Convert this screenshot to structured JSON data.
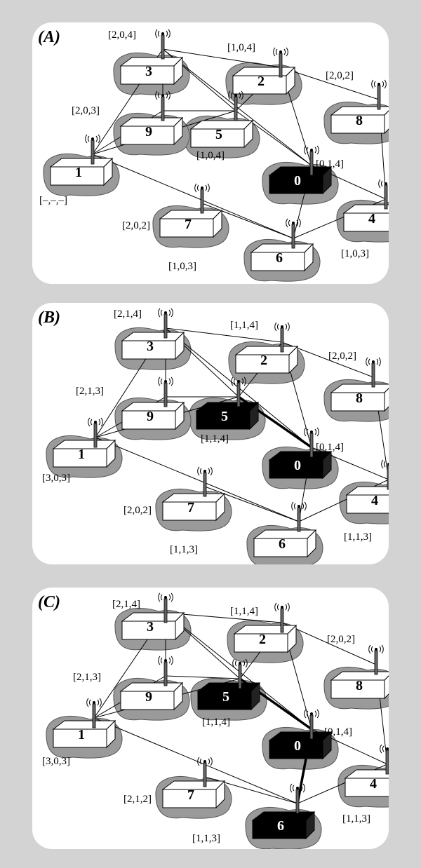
{
  "panels": [
    {
      "label": "(A)",
      "nodes": [
        {
          "id": "0",
          "coord": "[0,1,4]",
          "highlight": true
        },
        {
          "id": "1",
          "coord": "[–,–,–]",
          "highlight": false
        },
        {
          "id": "2",
          "coord": "[1,0,4]",
          "highlight": false
        },
        {
          "id": "3",
          "coord": "[2,0,4]",
          "highlight": false
        },
        {
          "id": "4",
          "coord": "[1,0,3]",
          "highlight": false
        },
        {
          "id": "5",
          "coord": "[1,0,4]",
          "highlight": false
        },
        {
          "id": "6",
          "coord": "[1,0,3]",
          "highlight": false
        },
        {
          "id": "7",
          "coord": "[2,0,2]",
          "highlight": false
        },
        {
          "id": "8",
          "coord": "[2,0,2]",
          "highlight": false
        },
        {
          "id": "9",
          "coord": "[2,0,3]",
          "highlight": false
        }
      ],
      "bold_edges": []
    },
    {
      "label": "(B)",
      "nodes": [
        {
          "id": "0",
          "coord": "[0,1,4]",
          "highlight": true
        },
        {
          "id": "1",
          "coord": "[3,0,3]",
          "highlight": false
        },
        {
          "id": "2",
          "coord": "[1,1,4]",
          "highlight": false
        },
        {
          "id": "3",
          "coord": "[2,1,4]",
          "highlight": false
        },
        {
          "id": "4",
          "coord": "[1,1,3]",
          "highlight": false
        },
        {
          "id": "5",
          "coord": "[1,1,4]",
          "highlight": true
        },
        {
          "id": "6",
          "coord": "[1,1,3]",
          "highlight": false
        },
        {
          "id": "7",
          "coord": "[2,0,2]",
          "highlight": false
        },
        {
          "id": "8",
          "coord": "[2,0,2]",
          "highlight": false
        },
        {
          "id": "9",
          "coord": "[2,1,3]",
          "highlight": false
        }
      ],
      "bold_edges": [
        [
          "5",
          "0"
        ]
      ]
    },
    {
      "label": "(C)",
      "nodes": [
        {
          "id": "0",
          "coord": "[0,1,4]",
          "highlight": true
        },
        {
          "id": "1",
          "coord": "[3,0,3]",
          "highlight": false
        },
        {
          "id": "2",
          "coord": "[1,1,4]",
          "highlight": false
        },
        {
          "id": "3",
          "coord": "[2,1,4]",
          "highlight": false
        },
        {
          "id": "4",
          "coord": "[1,1,3]",
          "highlight": false
        },
        {
          "id": "5",
          "coord": "[1,1,4]",
          "highlight": true
        },
        {
          "id": "6",
          "coord": "[1,1,3]",
          "highlight": true
        },
        {
          "id": "7",
          "coord": "[2,1,2]",
          "highlight": false
        },
        {
          "id": "8",
          "coord": "[2,0,2]",
          "highlight": false
        },
        {
          "id": "9",
          "coord": "[2,1,3]",
          "highlight": false
        }
      ],
      "bold_edges": [
        [
          "5",
          "0"
        ],
        [
          "0",
          "6"
        ]
      ]
    }
  ],
  "edges": [
    [
      "1",
      "3"
    ],
    [
      "1",
      "9"
    ],
    [
      "1",
      "5"
    ],
    [
      "1",
      "6"
    ],
    [
      "3",
      "9"
    ],
    [
      "3",
      "2"
    ],
    [
      "3",
      "5"
    ],
    [
      "3",
      "0"
    ],
    [
      "9",
      "5"
    ],
    [
      "5",
      "2"
    ],
    [
      "5",
      "0"
    ],
    [
      "2",
      "8"
    ],
    [
      "2",
      "0"
    ],
    [
      "8",
      "4"
    ],
    [
      "0",
      "4"
    ],
    [
      "0",
      "6"
    ],
    [
      "7",
      "6"
    ],
    [
      "6",
      "4"
    ]
  ]
}
